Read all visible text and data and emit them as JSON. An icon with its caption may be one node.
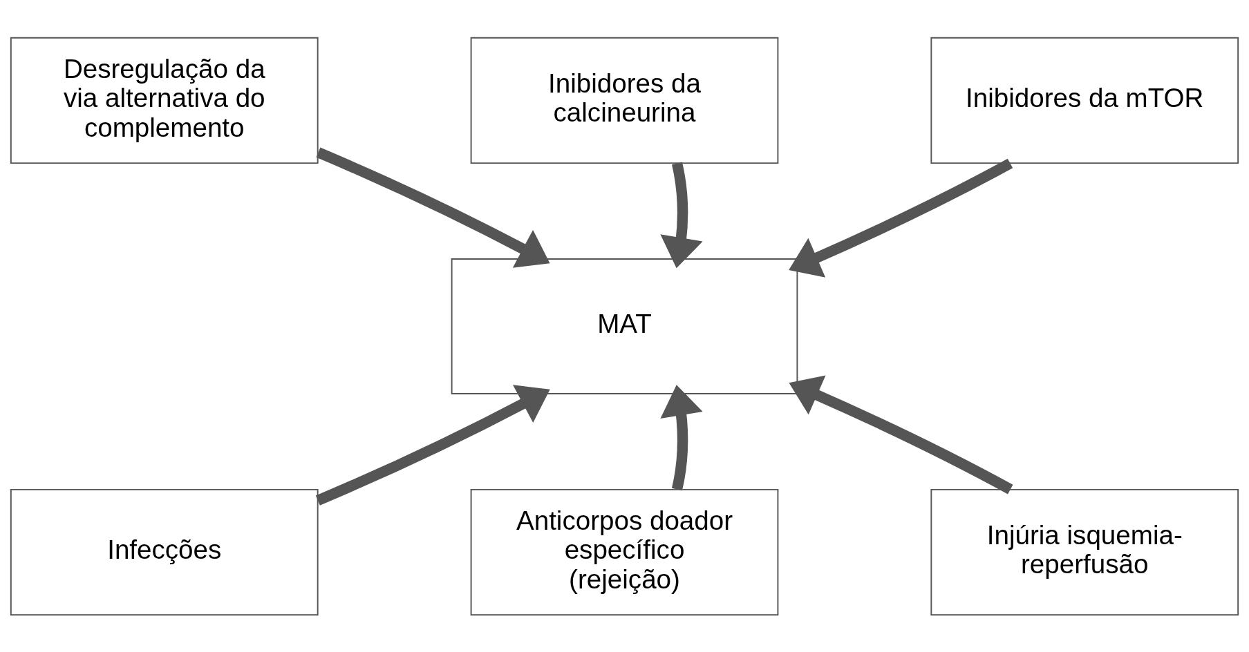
{
  "diagram": {
    "nodes": [
      {
        "text": [
          "Desregulação da via alternativa do complemento"
        ]
      },
      {
        "text": [
          "Inibidores da calcineurina"
        ]
      },
      {
        "text": [
          "Inibidores da mTOR"
        ]
      },
      {
        "text": [
          "MAT"
        ]
      },
      {
        "text": [
          "Infecções"
        ]
      },
      {
        "text": [
          "Anticorpos doador específico (rejeição)"
        ]
      },
      {
        "text": [
          "Injúria isquemia-reperfusão"
        ]
      }
    ],
    "edges": [
      {
        "from": 0,
        "to": 3,
        "arrow": "to"
      },
      {
        "from": 1,
        "to": 3,
        "arrow": "to"
      },
      {
        "from": 2,
        "to": 3,
        "arrow": "to"
      },
      {
        "from": 4,
        "to": 3,
        "arrow": "to"
      },
      {
        "from": 5,
        "to": 3,
        "arrow": "to"
      },
      {
        "from": 6,
        "to": 3,
        "arrow": "to"
      }
    ]
  }
}
